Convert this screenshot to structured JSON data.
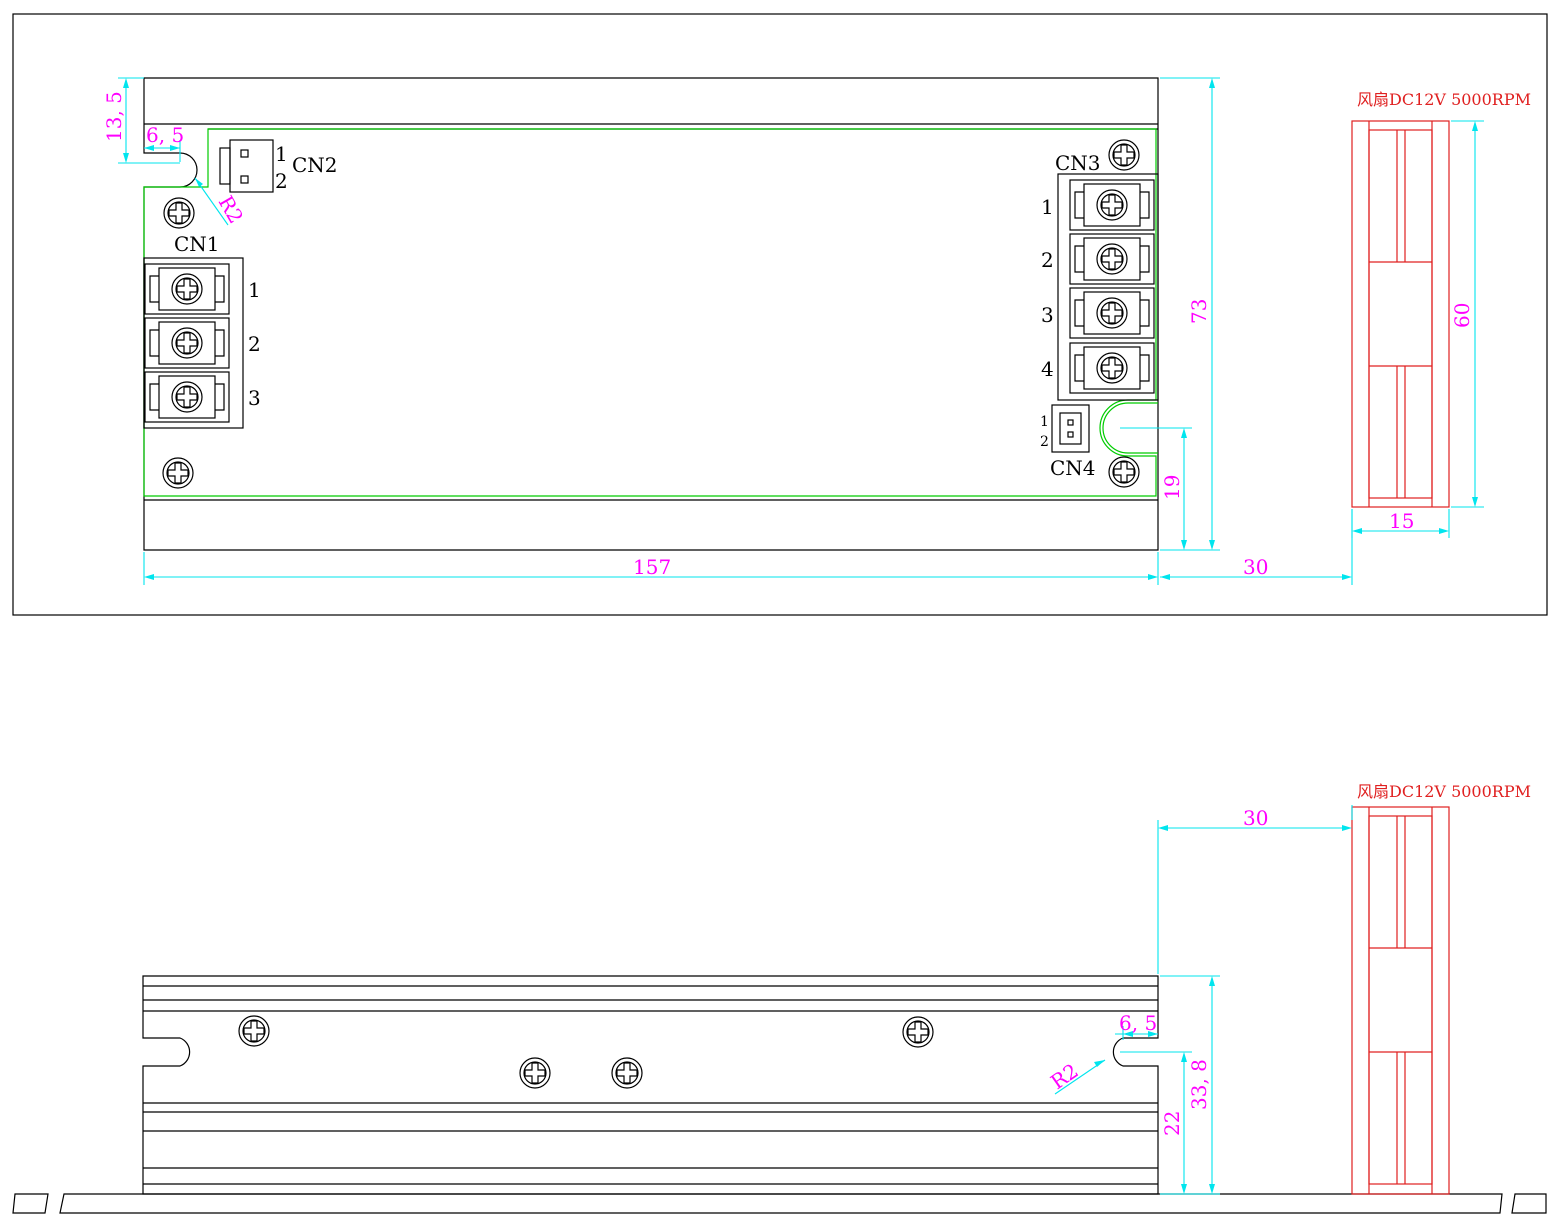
{
  "top_view": {
    "connectors": {
      "cn1": {
        "label": "CN1",
        "pins": [
          "1",
          "2",
          "3"
        ]
      },
      "cn2": {
        "label": "CN2",
        "pins": [
          "1",
          "2"
        ]
      },
      "cn3": {
        "label": "CN3",
        "pins": [
          "1",
          "2",
          "3",
          "4"
        ]
      },
      "cn4": {
        "label": "CN4",
        "pins": [
          "1",
          "2"
        ]
      }
    },
    "dimensions": {
      "d13_5": "13, 5",
      "d6_5": "6, 5",
      "r2": "R2",
      "d73": "73",
      "d19": "19",
      "d157": "157",
      "d30": "30",
      "d60": "60",
      "d15": "15"
    },
    "fan_label": "风扇DC12V 5000RPM"
  },
  "side_view": {
    "dimensions": {
      "d30": "30",
      "d6_5": "6, 5",
      "r2": "R2",
      "d33_8": "33, 8",
      "d22": "22"
    },
    "fan_label": "风扇DC12V 5000RPM"
  },
  "colors": {
    "outline": "#000000",
    "pcb": "#00cc00",
    "dimension": "#00e5ee",
    "dimension_text": "#ff00ff",
    "fan": "#e02020"
  }
}
